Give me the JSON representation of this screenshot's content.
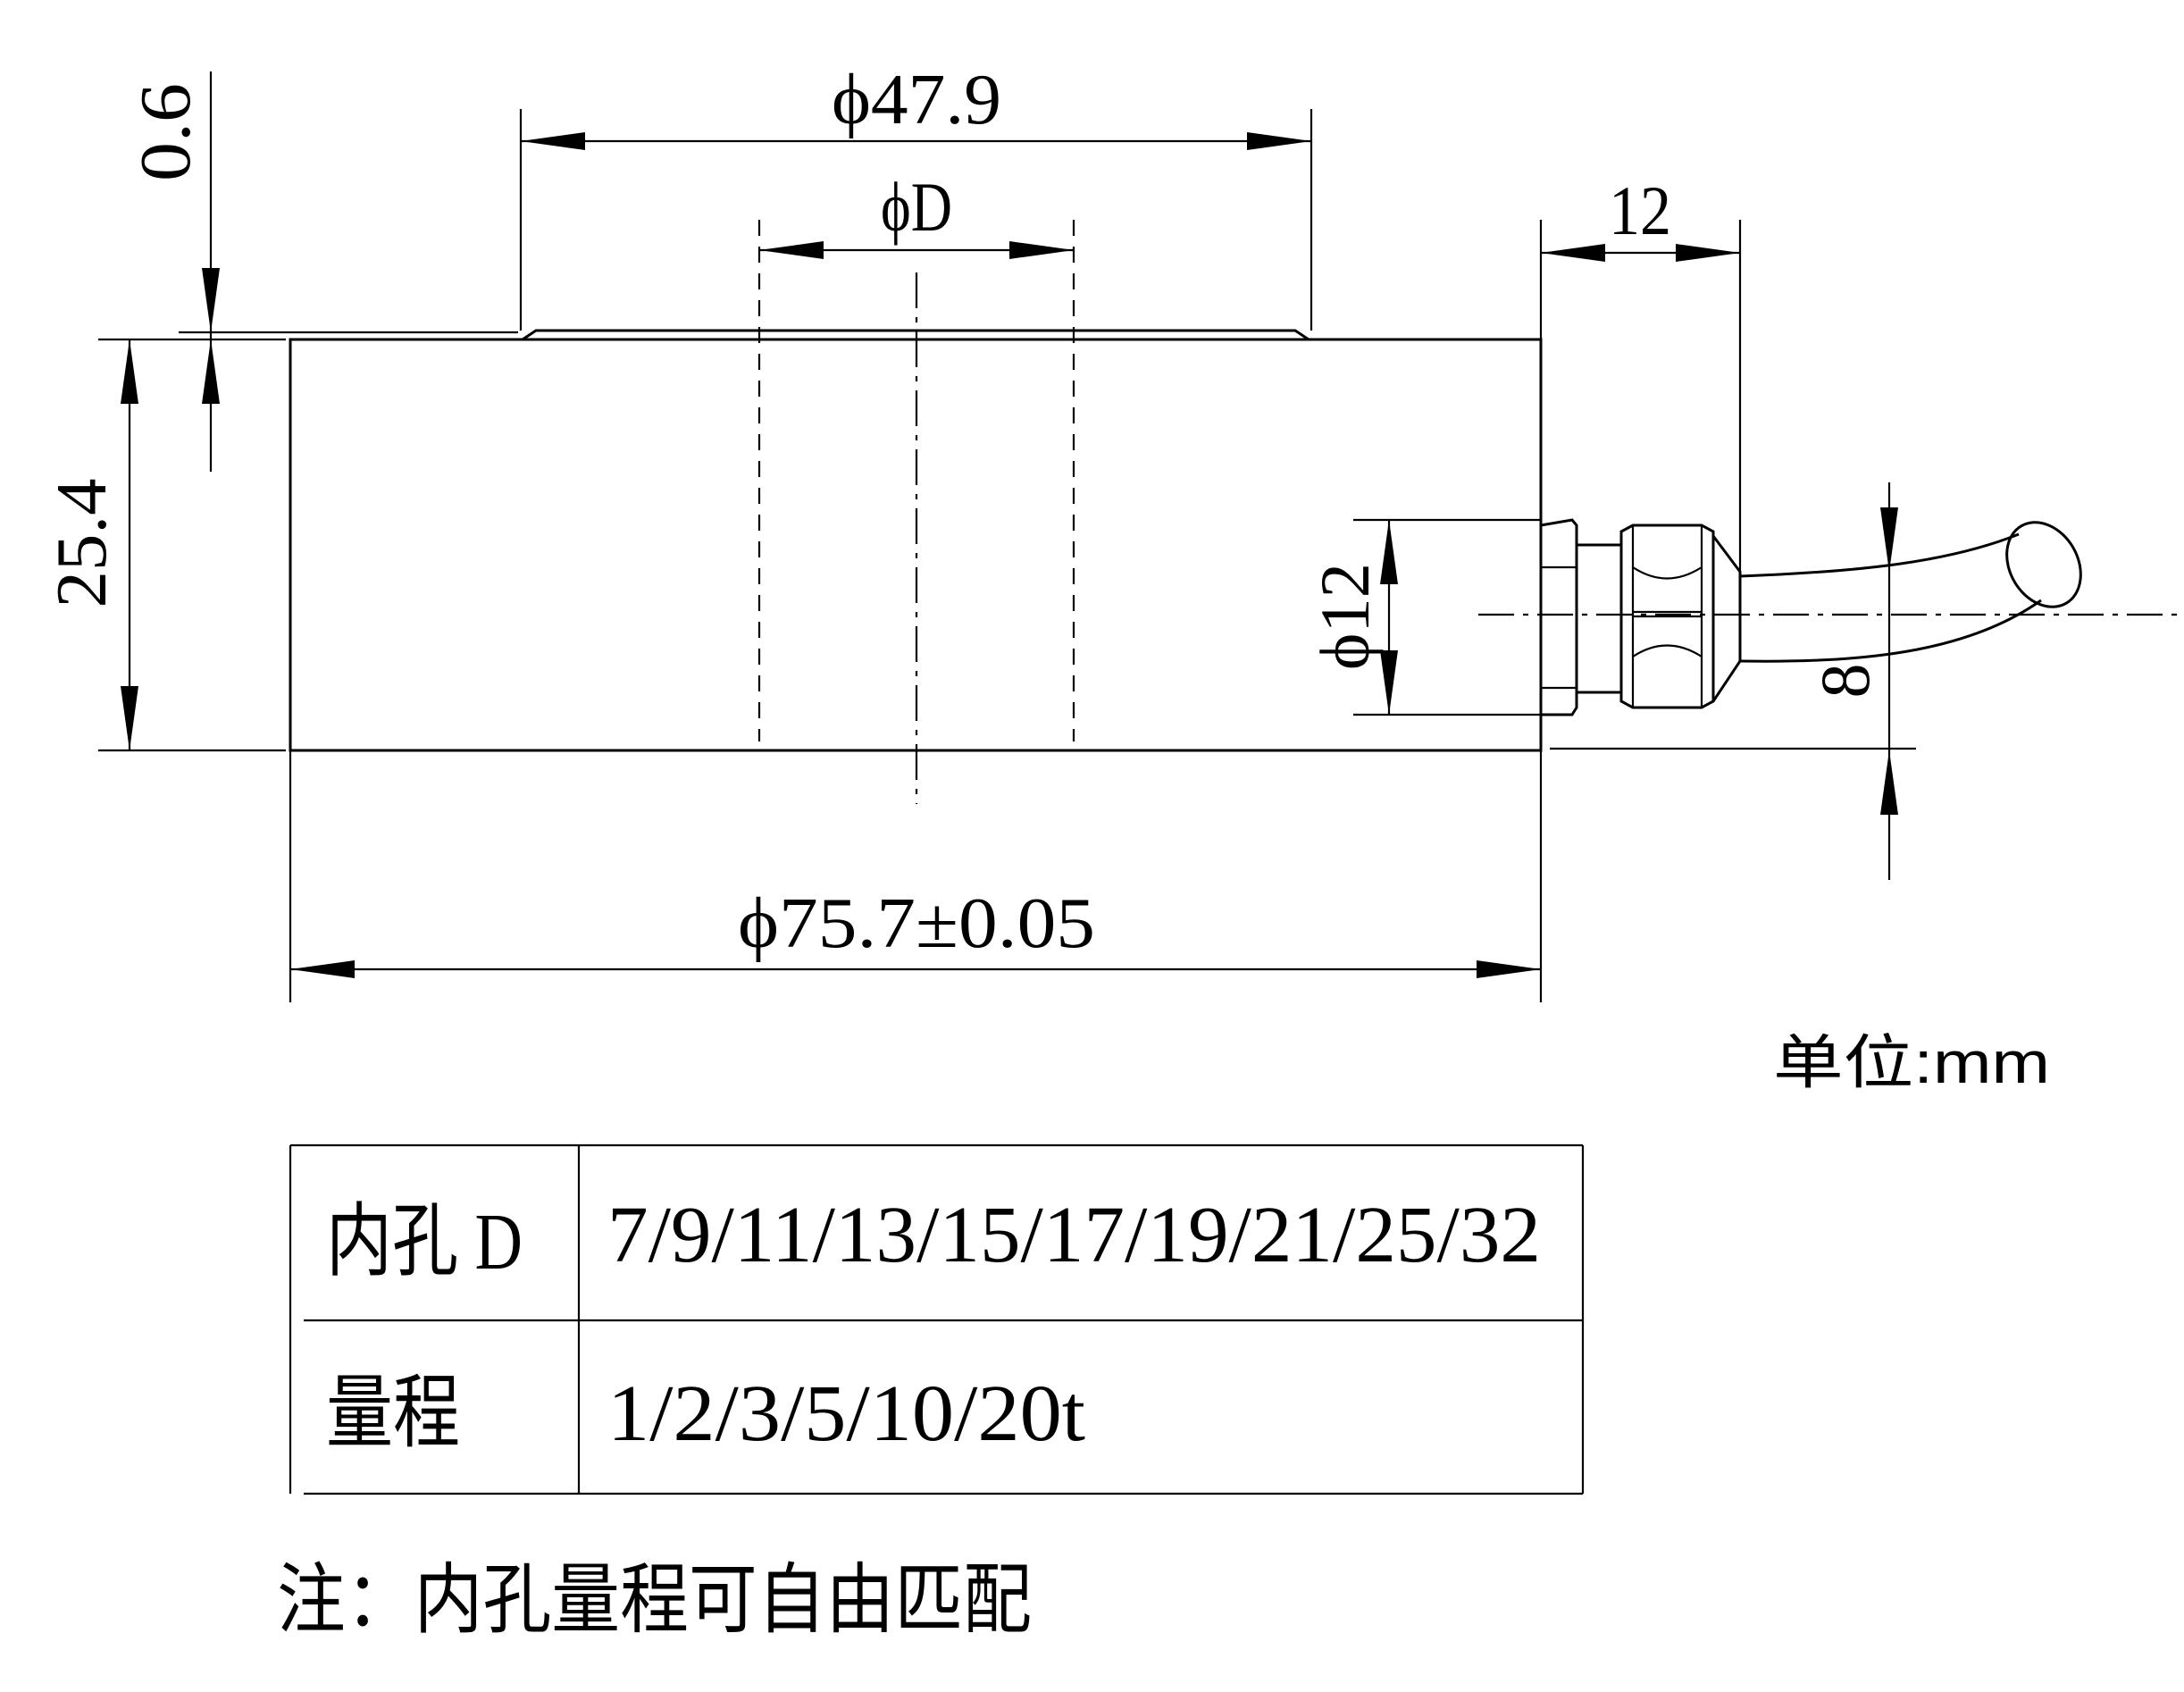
{
  "dimensions": {
    "top_hole_dia": "ϕ47.9",
    "inner_dia": "ϕD",
    "step_height": "0.6",
    "body_height": "25.4",
    "outer_dia": "ϕ75.7±0.05",
    "connector_length": "12",
    "connector_dia": "ϕ12",
    "cable_dia": "8"
  },
  "unit_label": "单位:mm",
  "spec_table": {
    "rows": [
      {
        "label": "内孔 D",
        "value": "7/9/11/13/15/17/19/21/25/32"
      },
      {
        "label": "量程",
        "value": "1/2/3/5/10/20t"
      }
    ]
  },
  "note": "注：内孔量程可自由匹配"
}
